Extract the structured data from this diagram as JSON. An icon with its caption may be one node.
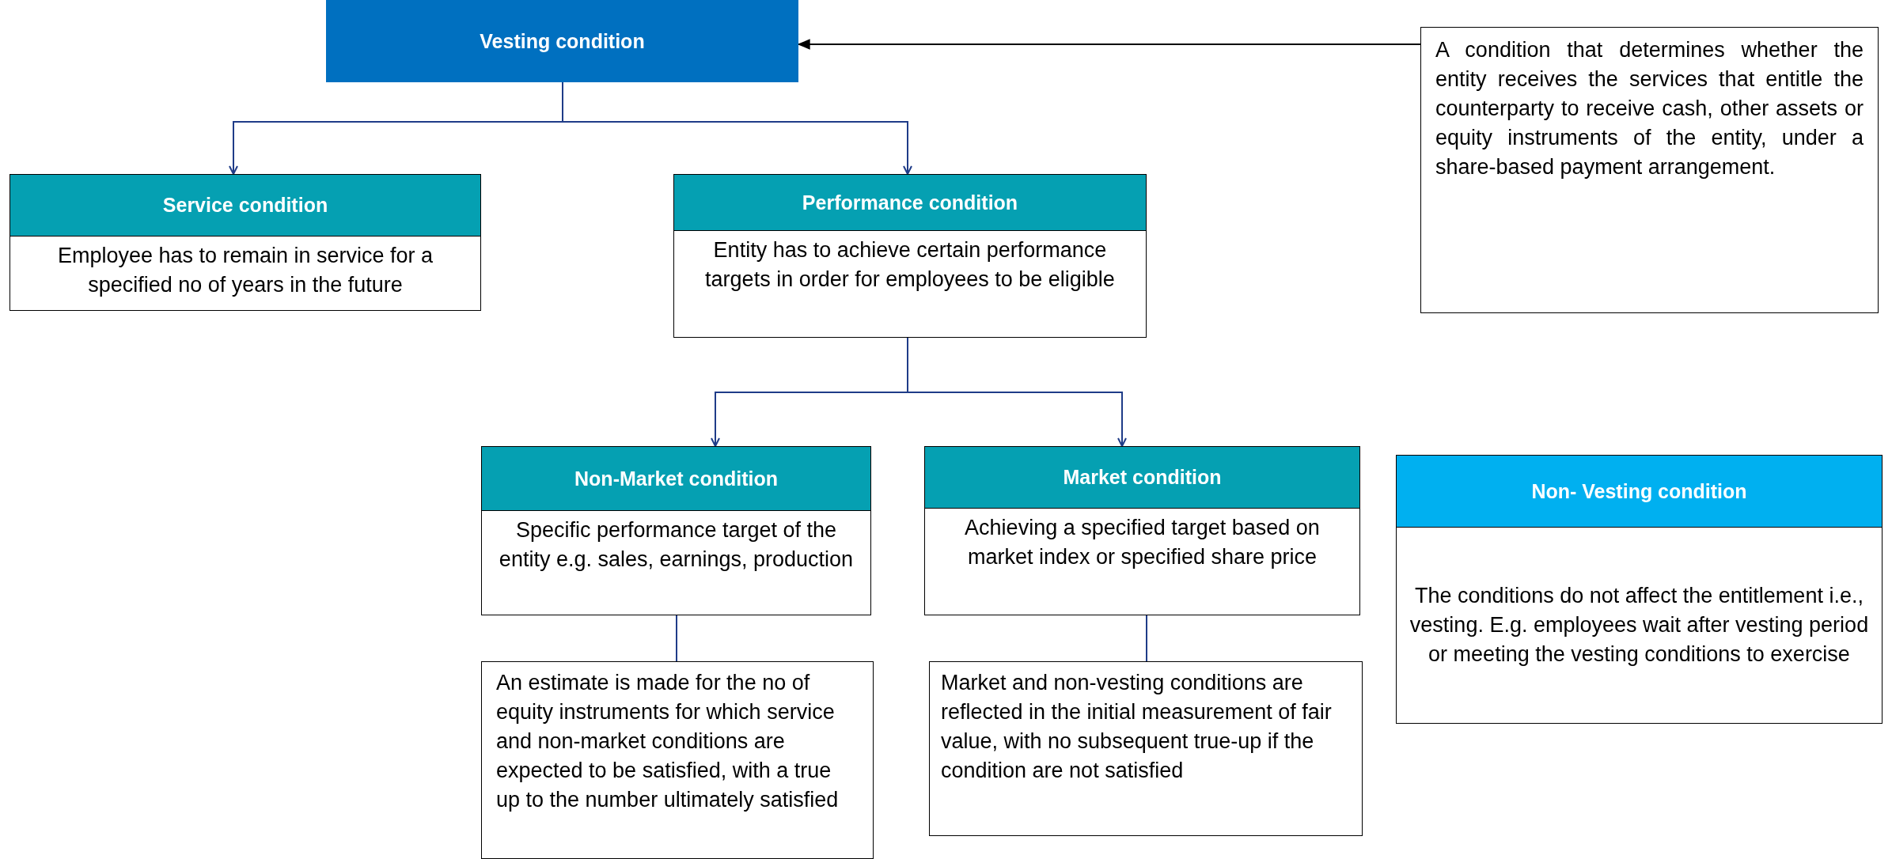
{
  "diagram": {
    "nodes": [
      {
        "text": [
          "Vesting condition"
        ]
      },
      {
        "text": [
          "A condition that determines whether the entity receives the services that entitle the counterparty to receive cash, other assets or equity instruments of the entity, under a share-based payment arrangement."
        ]
      },
      {
        "text": [
          "Service condition",
          "Employee has to remain in service for a specified no of years in the future"
        ]
      },
      {
        "text": [
          "Performance condition",
          "Entity has to achieve certain performance targets in order for employees to be eligible"
        ]
      },
      {
        "text": [
          "Non-Market condition",
          "Specific performance target of the entity e.g. sales, earnings, production"
        ]
      },
      {
        "text": [
          "Market condition",
          "Achieving a specified target based on market index or specified share price"
        ]
      },
      {
        "text": [
          "Non- Vesting condition",
          "The conditions do not affect the entitlement i.e., vesting. E.g. employees wait after vesting period or meeting the vesting conditions to exercise"
        ]
      },
      {
        "text": [
          "An estimate is made for the no of equity instruments for which service and non-market conditions are expected to be satisfied, with a true up to the number ultimately satisfied"
        ]
      },
      {
        "text": [
          "Market and non-vesting conditions are reflected in the initial measurement of fair value, with no subsequent true-up if the condition are not satisfied"
        ]
      }
    ],
    "edges": [
      {
        "from": 1,
        "to": 0,
        "arrow": "to",
        "color": "#000000"
      },
      {
        "from": 0,
        "to": 2,
        "arrow": "to"
      },
      {
        "from": 0,
        "to": 3,
        "arrow": "to"
      },
      {
        "from": 3,
        "to": 4,
        "arrow": "to"
      },
      {
        "from": 3,
        "to": 5,
        "arrow": "to"
      },
      {
        "from": 4,
        "to": 7,
        "arrow": "none"
      },
      {
        "from": 5,
        "to": 8,
        "arrow": "none"
      }
    ]
  }
}
